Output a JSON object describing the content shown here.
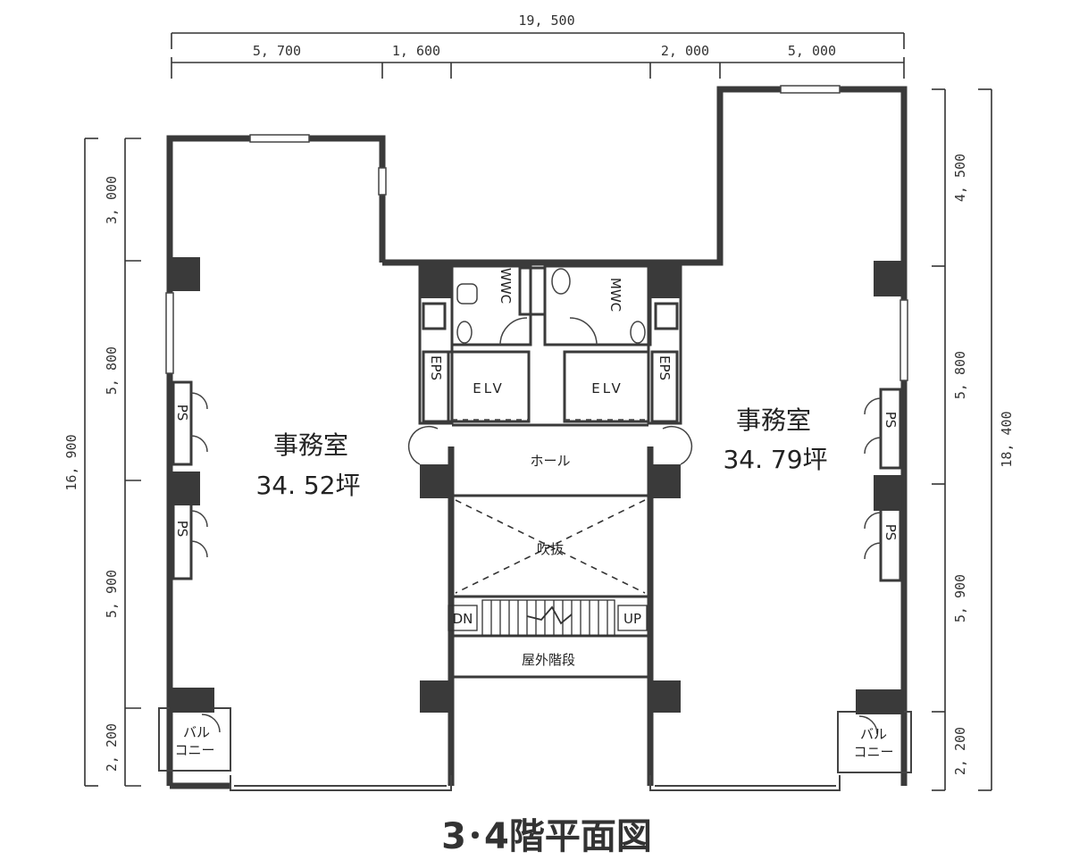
{
  "dimensions": {
    "overall_width": "19, 500",
    "top": [
      "5, 700",
      "1, 600",
      "2, 000",
      "5, 000"
    ],
    "left_total": "16, 900",
    "left": [
      "3, 000",
      "5, 800",
      "5, 900",
      "2, 200"
    ],
    "right_total": "18, 400",
    "right": [
      "4, 500",
      "5, 800",
      "5, 900",
      "2, 200"
    ]
  },
  "rooms": {
    "office_left": {
      "name": "事務室",
      "area": "34. 52坪"
    },
    "office_right": {
      "name": "事務室",
      "area": "34. 79坪"
    },
    "hall": "ホール",
    "void": "吹抜",
    "stairs": "屋外階段",
    "elv_left": "ELV",
    "elv_right": "ELV",
    "eps": "EPS",
    "wwc": "WWC",
    "mwc": "MWC",
    "ps": "PS",
    "dn": "DN",
    "up": "UP",
    "balcony_line1": "バル",
    "balcony_line2": "コニー"
  },
  "title": "3･4階平面図"
}
